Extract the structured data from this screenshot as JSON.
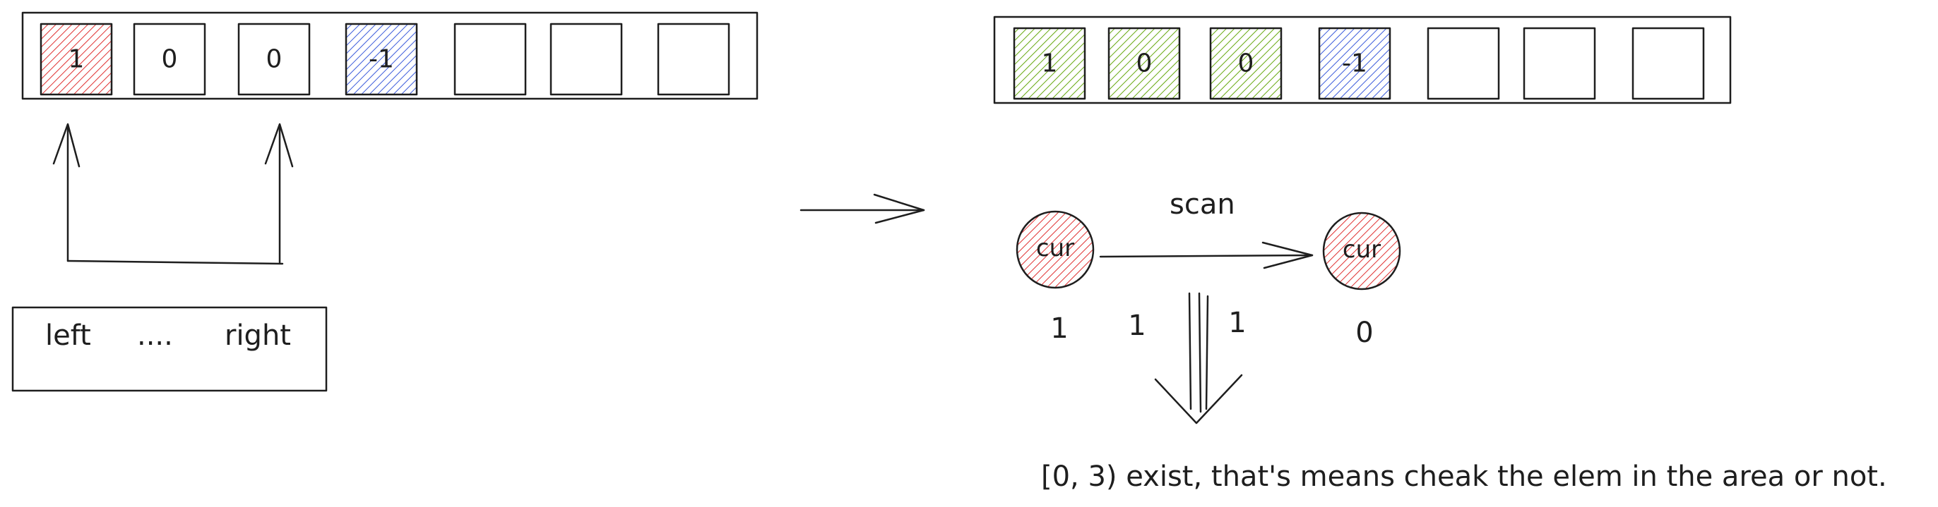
{
  "colors": {
    "ink": "#1e1e1e",
    "red": "#e03131",
    "blue": "#3b5bdb",
    "green": "#66a80f"
  },
  "left_array": {
    "cells": [
      {
        "value": "1",
        "fill": "red"
      },
      {
        "value": "0",
        "fill": "none"
      },
      {
        "value": "0",
        "fill": "none"
      },
      {
        "value": "-1",
        "fill": "blue"
      },
      {
        "value": "",
        "fill": "none"
      },
      {
        "value": "",
        "fill": "none"
      },
      {
        "value": "",
        "fill": "none"
      }
    ]
  },
  "right_array": {
    "cells": [
      {
        "value": "1",
        "fill": "green"
      },
      {
        "value": "0",
        "fill": "green"
      },
      {
        "value": "0",
        "fill": "green"
      },
      {
        "value": "-1",
        "fill": "blue"
      },
      {
        "value": "",
        "fill": "none"
      },
      {
        "value": "",
        "fill": "none"
      },
      {
        "value": "",
        "fill": "none"
      }
    ]
  },
  "window_box": {
    "left_label": "left",
    "dots_label": "....",
    "right_label": "right"
  },
  "scan": {
    "label": "scan",
    "start_node": "cur",
    "end_node": "cur",
    "counts": [
      "1",
      "1",
      "1",
      "0"
    ]
  },
  "caption": "[0, 3) exist, that's means cheak the elem in the area or not."
}
